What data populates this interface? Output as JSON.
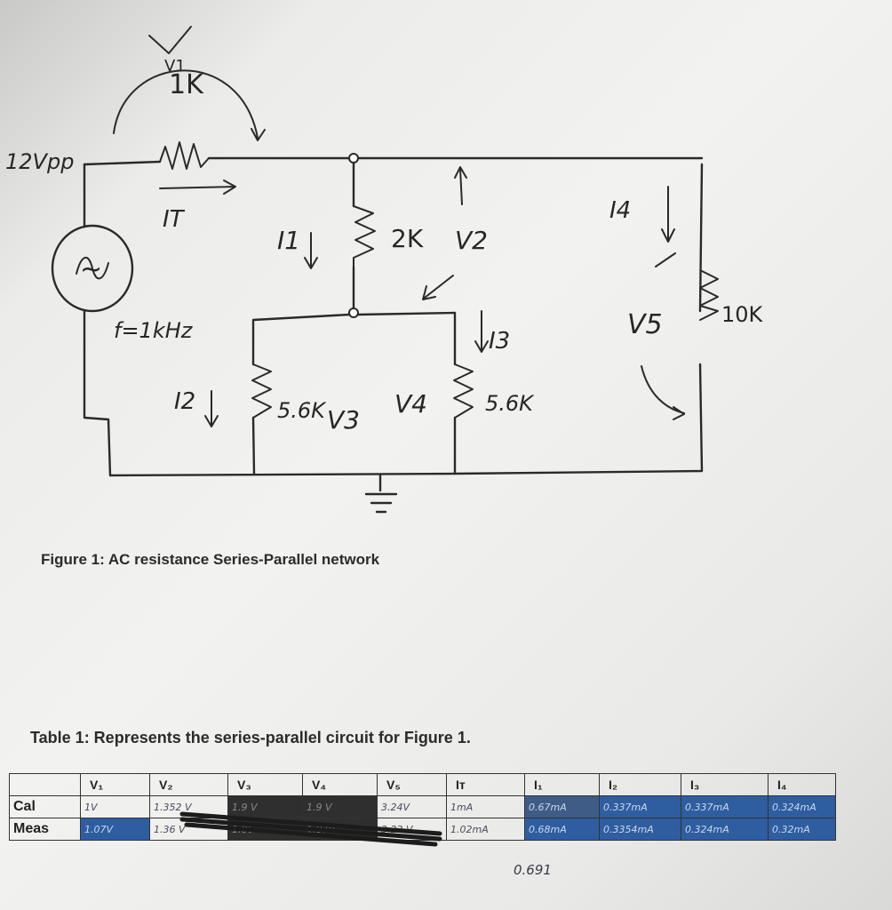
{
  "schematic": {
    "source_amplitude": "12Vpp",
    "source_symbol": "~",
    "frequency": "f=1kHz",
    "r1_value": "1K",
    "r2_value": "2K",
    "r3_value": "5.6K",
    "r4_value": "5.6K",
    "r5_value": "10K",
    "label_v1": "V1",
    "label_v2": "V2",
    "label_v3": "V3",
    "label_v4": "V4",
    "label_v5": "V5",
    "label_it": "IT",
    "label_i1": "I1",
    "label_i2": "I2",
    "label_i3": "I3",
    "label_i4": "I4"
  },
  "figure_caption": "Figure 1: AC resistance Series-Parallel network",
  "table_caption": "Table 1: Represents the series-parallel circuit for Figure 1.",
  "table": {
    "columns": [
      "",
      "V₁",
      "V₂",
      "V₃",
      "V₄",
      "V₅",
      "Iᴛ",
      "I₁",
      "I₂",
      "I₃",
      "I₄"
    ],
    "rows": [
      {
        "label": "Cal",
        "values": [
          "1V",
          "1.352 V",
          "1.9 V",
          "1.9 V",
          "3.24V",
          "1mA",
          "0.67mA",
          "0.337mA",
          "0.337mA",
          "0.324mA"
        ]
      },
      {
        "label": "Meas",
        "values": [
          "1.07V",
          "1.36 V",
          "1.86",
          "1.87V",
          "3.22 V",
          "1.02mA",
          "0.68mA",
          "0.3354mA",
          "0.324mA",
          "0.32mA"
        ]
      }
    ]
  },
  "handwritten_note": "0.691"
}
